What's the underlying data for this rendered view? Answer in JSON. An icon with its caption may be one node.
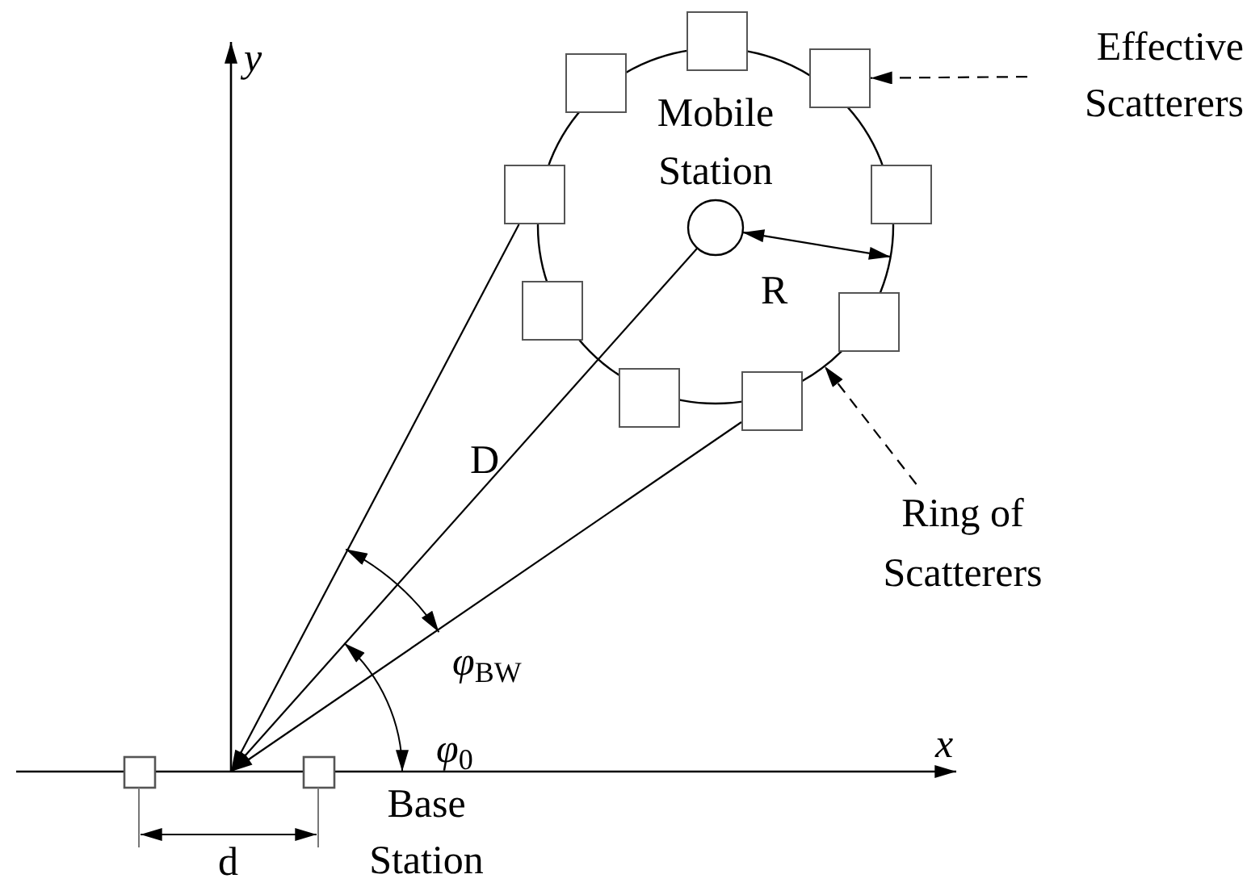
{
  "diagram": {
    "nodes": [
      {
        "text": [
          "Mobile Station"
        ],
        "in": 1
      },
      {
        "text": [],
        "shape": "circle"
      },
      {
        "text": [],
        "shape": "box"
      },
      {
        "text": [],
        "shape": "box"
      },
      {
        "text": [],
        "shape": "box"
      },
      {
        "text": [],
        "shape": "box"
      },
      {
        "text": [],
        "shape": "box"
      },
      {
        "text": [],
        "shape": "box"
      },
      {
        "text": [],
        "shape": "box"
      },
      {
        "text": [],
        "shape": "box"
      },
      {
        "text": [],
        "shape": "box"
      },
      {
        "text": [
          "Effective Scatterers"
        ]
      },
      {
        "text": [
          "Ring of Scatterers"
        ]
      }
    ],
    "edges": [
      {
        "from": 2,
        "to": null,
        "arrow": "to"
      },
      {
        "from": 0,
        "to": null,
        "arrow": "to"
      },
      {
        "from": 7,
        "to": null,
        "arrow": "to"
      },
      {
        "from": 11,
        "to": 8,
        "arrow": "to",
        "style": "dashed"
      },
      {
        "from": 12,
        "to": 1,
        "arrow": "to",
        "style": "dashed"
      },
      {
        "from": 0,
        "to": 1,
        "arrow": "both"
      }
    ],
    "labels": [
      "y",
      "R",
      "D",
      "*φ*$_{BW}$",
      "*φ*$_{0}$",
      "x",
      "Base Station",
      "d"
    ]
  }
}
